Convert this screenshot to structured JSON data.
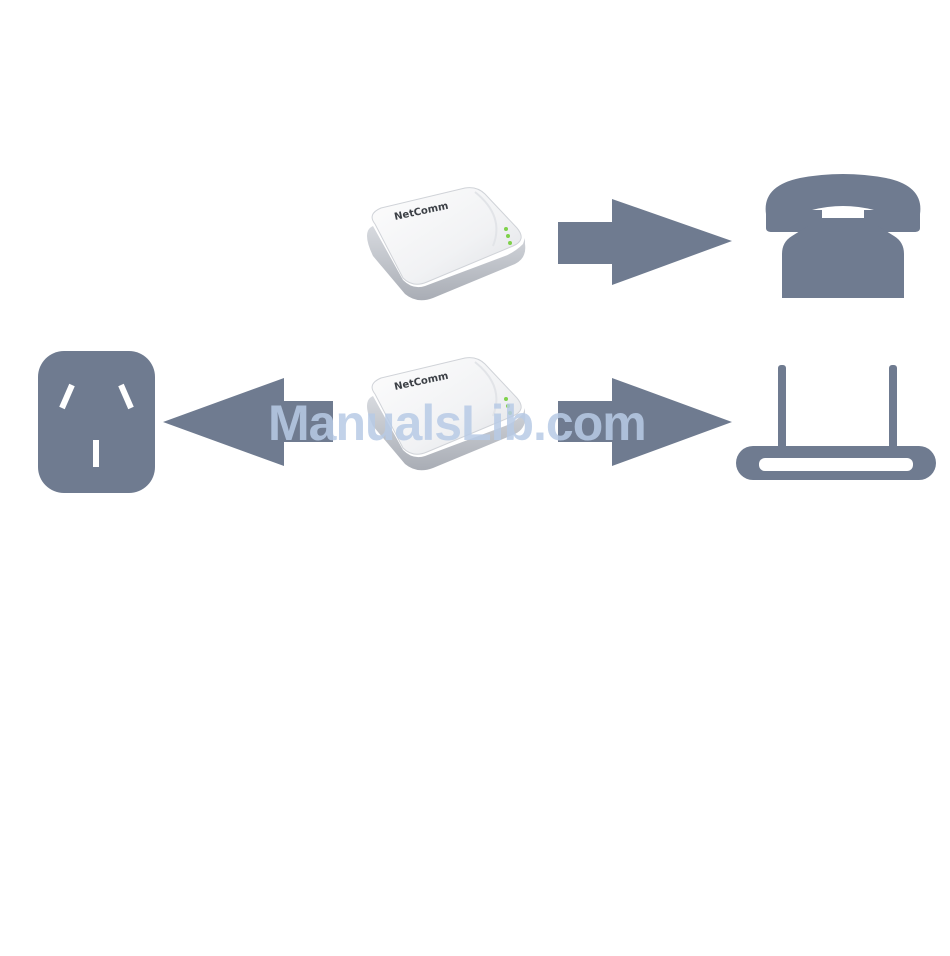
{
  "diagram": {
    "devices": {
      "top": {
        "brand": "NetComm"
      },
      "bottom": {
        "brand": "NetComm"
      }
    },
    "icons": {
      "outlet": "power-outlet-icon",
      "phone": "telephone-icon",
      "router": "router-icon"
    },
    "colors": {
      "icon": "#6f7b90",
      "device_body": "#f0f1f3",
      "device_shadow": "#b9bdc4",
      "led": "#7fd14a"
    }
  },
  "watermark": {
    "text": "ManualsLib.com"
  }
}
